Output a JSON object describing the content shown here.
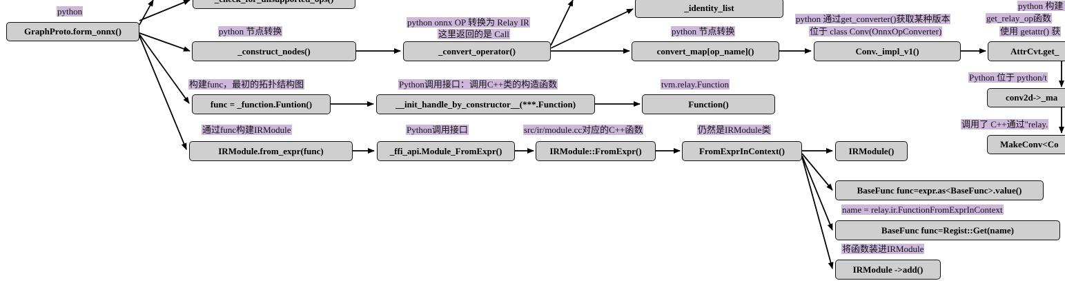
{
  "nodes": {
    "graphproto": "GraphProto.form_onnx()",
    "check_ops": "_check_for_unsupported_ops()",
    "identity_list": "_identity_list",
    "construct_nodes": "_construct_nodes()",
    "convert_operator": "_convert_operator()",
    "convert_map": "convert_map[op_name]()",
    "conv_impl": "Conv._impl_v1()",
    "attrcvt": "AttrCvt.get_",
    "func_function": "func = _function.Funtion()",
    "init_handle": "__init_handle_by_constructor__(***.Function)",
    "function": "Function()",
    "conv2d_make": "conv2d->_ma",
    "makeconv": "MakeConv<Co",
    "irmodule_from_expr": "IRModule.from_expr(func)",
    "ffi_module": "_ffi_api.Module_FromExpr()",
    "irmodule_fromexpr_cpp": "IRModule::FromExpr()",
    "fromexprincontext": "FromExprInContext()",
    "irmodule_ctor": "IRModule()",
    "basefunc_as": "BaseFunc func=expr.as<BaseFunc>.value()",
    "basefunc_get": "BaseFunc func=Regist::Get(name)",
    "irmodule_add": "IRModule ->add()"
  },
  "labels": {
    "python": "python",
    "python_node_convert": "python  节点转换",
    "onnx_op_line1": "python  onnx OP 转换为 Relay IR",
    "onnx_op_line2": "这里返回的是 Call",
    "python_node_convert2": "python 节点转换",
    "get_converter_line1": "python 通过get_converter()获取某种版本",
    "get_converter_line2": "位于 class Conv(OnnxOpConverter)",
    "attr_line1": "python 构建 At",
    "attr_line2": "get_relay_op函数",
    "attr_line3": "使用 getattr() 获",
    "build_func": "构建func，最初的拓扑结构图",
    "python_call_ctor": "Python调用接口：调用C++类的构造函数",
    "tvm_relay_function": "tvm.relay.Function",
    "python_located": "Python 位于 python/t",
    "called_cpp": "调用了 C++通过\"relay.",
    "build_irmodule": "通过func构建IRModule",
    "python_call_iface": "Python调用接口",
    "module_cc": "src/ir/module.cc对应的C++函数",
    "still_irmodule": "仍然是IRModule类",
    "name_assign": "name = relay.ir.FunctionFromExprInContext",
    "load_func": "将函数装进IRModule"
  }
}
